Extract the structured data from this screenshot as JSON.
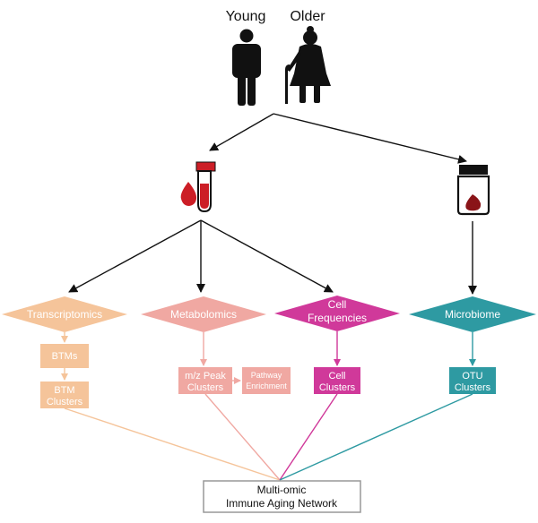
{
  "people": {
    "young_label": "Young",
    "older_label": "Older"
  },
  "branches": {
    "transcriptomics": {
      "label": "Transcriptomics",
      "steps": [
        "BTMs",
        "BTM",
        "Clusters"
      ],
      "color": "#f5c49a"
    },
    "metabolomics": {
      "label": "Metabolomics",
      "peak": [
        "m/z Peak",
        "Clusters"
      ],
      "enrichment": [
        "Pathway",
        "Enrichment"
      ],
      "color": "#f0a8a2"
    },
    "cell_frequencies": {
      "label": [
        "Cell",
        "Frequencies"
      ],
      "clusters": [
        "Cell",
        "Clusters"
      ],
      "color": "#d0399a"
    },
    "microbiome": {
      "label": "Microbiome",
      "clusters": [
        "OTU",
        "Clusters"
      ],
      "color": "#2e9aa2"
    }
  },
  "network": {
    "line1": "Multi-omic",
    "line2": "Immune Aging Network"
  },
  "icons": {
    "young": "young-person-icon",
    "older": "older-person-icon",
    "blood": "blood-sample-icon",
    "stool": "stool-sample-jar-icon"
  },
  "colors": {
    "blood_red": "#cc1e26",
    "arrow": "#111111",
    "network_border": "#999999"
  }
}
